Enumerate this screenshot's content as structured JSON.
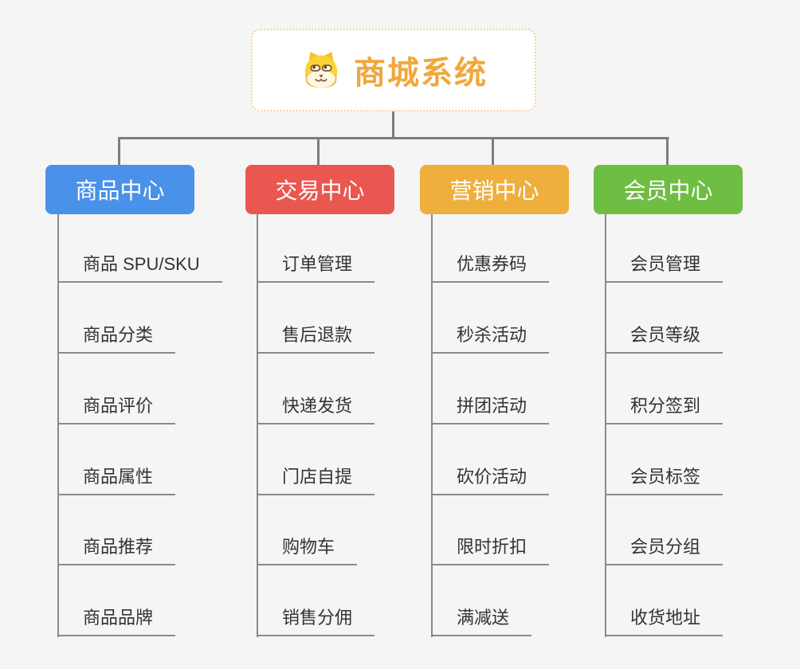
{
  "root": {
    "title": "商城系统",
    "icon": "doge-icon",
    "text_color": "#f0a83c",
    "border_color": "#f3d296"
  },
  "connector_color": "#7d7d7d",
  "branches": [
    {
      "label": "商品中心",
      "color": "#4a91e9",
      "children": [
        "商品 SPU/SKU",
        "商品分类",
        "商品评价",
        "商品属性",
        "商品推荐",
        "商品品牌"
      ]
    },
    {
      "label": "交易中心",
      "color": "#ea5751",
      "children": [
        "订单管理",
        "售后退款",
        "快递发货",
        "门店自提",
        "购物车",
        "销售分佣"
      ]
    },
    {
      "label": "营销中心",
      "color": "#efaf3d",
      "children": [
        "优惠券码",
        "秒杀活动",
        "拼团活动",
        "砍价活动",
        "限时折扣",
        "满减送"
      ]
    },
    {
      "label": "会员中心",
      "color": "#6fbe44",
      "children": [
        "会员管理",
        "会员等级",
        "积分签到",
        "会员标签",
        "会员分组",
        "收货地址"
      ]
    }
  ]
}
